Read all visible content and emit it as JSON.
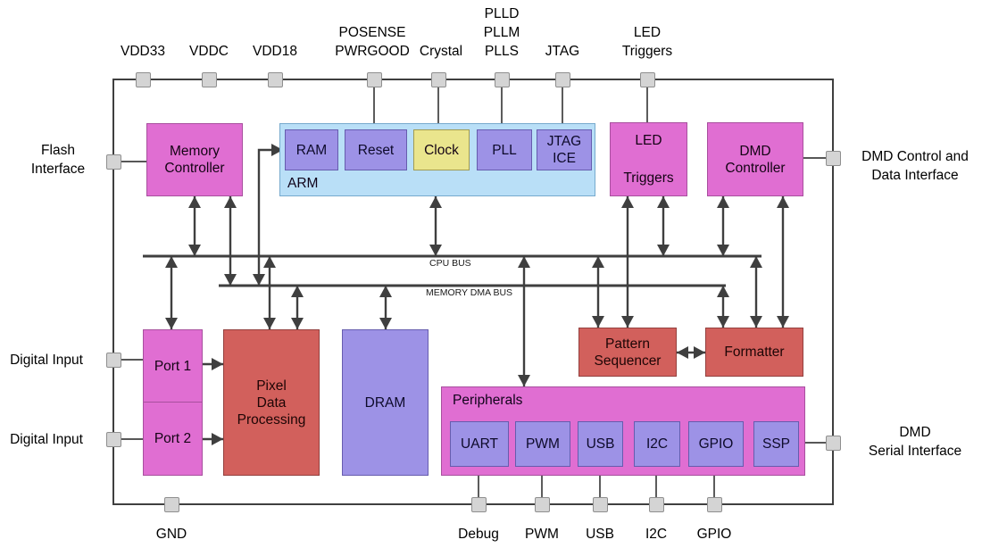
{
  "colors": {
    "pink": "#e06ed2",
    "pink_border": "#a8509e",
    "red": "#d2605c",
    "red_border": "#93403e",
    "purple": "#9d92e6",
    "purple_border": "#665cae",
    "yellow": "#eae58d",
    "yellow_border": "#a19b51",
    "arm_blue": "#b9dff7",
    "arm_border": "#76aacd",
    "port_fill": "#d4d4d4",
    "port_border": "#8f8f8f",
    "line": "#3f3f3f"
  },
  "top_labels": [
    "VDD33",
    "VDDC",
    "VDD18",
    "POSENSE\nPWRGOOD",
    "Crystal",
    "PLLD\nPLLM\nPLLS",
    "JTAG",
    "LED\nTriggers"
  ],
  "left_labels": [
    "Flash\nInterface",
    "Digital Input",
    "Digital Input"
  ],
  "right_labels": [
    "DMD Control and\nData Interface",
    "DMD\nSerial Interface"
  ],
  "bottom_labels": [
    "GND",
    "Debug",
    "PWM",
    "USB",
    "I2C",
    "GPIO"
  ],
  "blocks": {
    "memory_controller": "Memory\nController",
    "arm": "ARM",
    "arm_modules": [
      "RAM",
      "Reset",
      "Clock",
      "PLL",
      "JTAG\nICE"
    ],
    "led_triggers": "LED\nTriggers",
    "dmd_controller": "DMD\nController",
    "port1": "Port 1",
    "port2": "Port 2",
    "pixel_data_processing": "Pixel\nData\nProcessing",
    "dram": "DRAM",
    "pattern_sequencer": "Pattern\nSequencer",
    "formatter": "Formatter",
    "peripherals": "Peripherals",
    "peripheral_modules": [
      "UART",
      "PWM",
      "USB",
      "I2C",
      "GPIO",
      "SSP"
    ]
  },
  "buses": {
    "cpu": "CPU BUS",
    "dma": "MEMORY DMA BUS"
  }
}
